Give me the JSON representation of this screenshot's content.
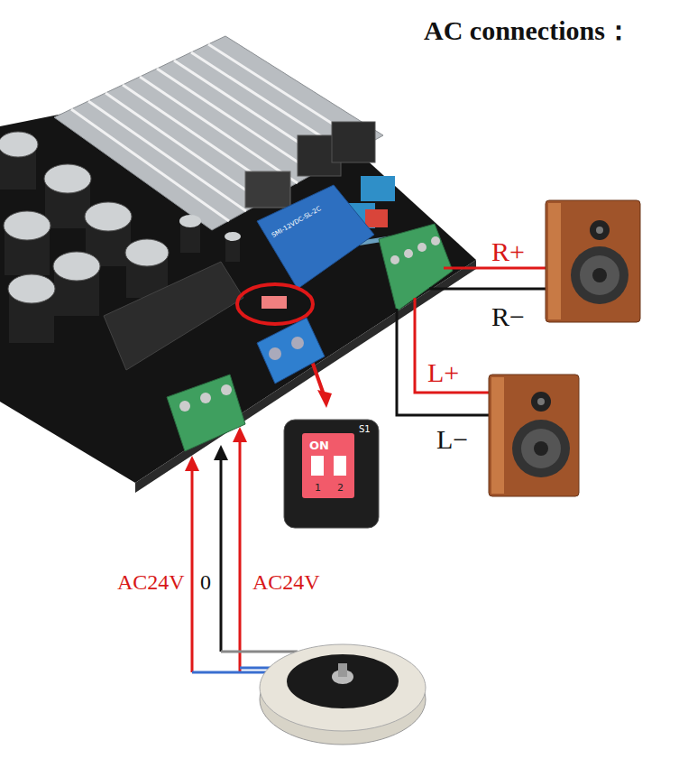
{
  "diagram": {
    "title": "AC connections：",
    "nodes": [
      {
        "text": [
          "ON"
        ]
      }
    ],
    "labels": [
      "R+",
      "R−",
      "L+",
      "L−",
      "AC24V",
      "0",
      "AC24V",
      "1",
      "2",
      "S1",
      "SMI-12VDC-SL-2C"
    ]
  }
}
